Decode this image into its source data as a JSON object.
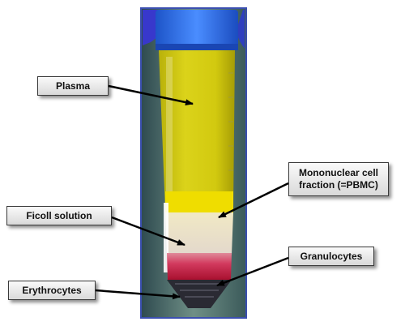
{
  "labels": {
    "plasma": "Plasma",
    "pbmc": "Mononuclear cell\nfraction (=PBMC)",
    "ficoll": "Ficoll solution",
    "granulocytes": "Granulocytes",
    "erythrocytes": "Erythrocytes"
  },
  "colors": {
    "plasma": "#d6cd12",
    "pbmc_layer": "#f2e000",
    "ficoll": "#e7dcc8",
    "granulocytes": "#c9305a",
    "erythrocytes": "#b5123a",
    "cap": "#2f6ff0",
    "glove": "#3a3ad0",
    "arrow": "#000000"
  }
}
